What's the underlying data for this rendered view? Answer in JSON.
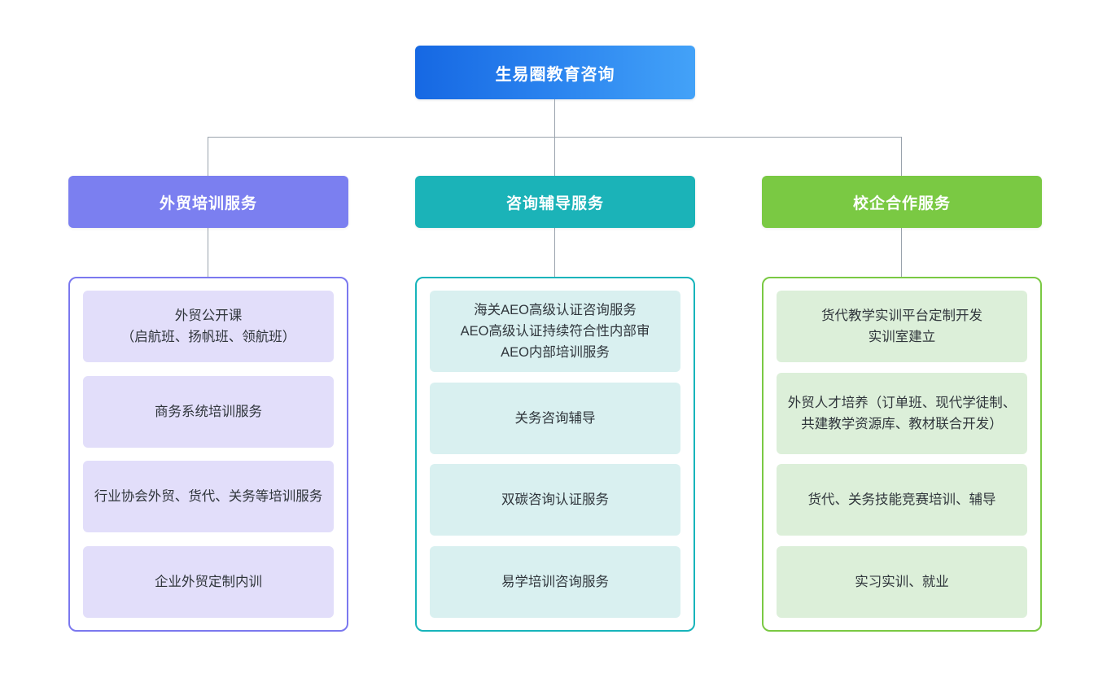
{
  "diagram": {
    "type": "organization-chart",
    "root": {
      "label": "生易圈教育咨询",
      "color_start": "#1668e3",
      "color_end": "#43a2f8"
    },
    "connector_color": "#9aa3ad",
    "branches": [
      {
        "header": "外贸培训服务",
        "header_color": "#7b7ff0",
        "border_color": "#7b78ef",
        "leaf_color": "#e2defa",
        "items": [
          "外贸公开课\n（启航班、扬帆班、领航班）",
          "商务系统培训服务",
          "行业协会外贸、货代、关务等培训服务",
          "企业外贸定制内训"
        ]
      },
      {
        "header": "咨询辅导服务",
        "header_color": "#1bb3b8",
        "border_color": "#17b4bb",
        "leaf_color": "#d9f0f0",
        "items": [
          "海关AEO高级认证咨询服务\nAEO高级认证持续符合性内部审\nAEO内部培训服务",
          "关务咨询辅导",
          "双碳咨询认证服务",
          "易学培训咨询服务"
        ]
      },
      {
        "header": "校企合作服务",
        "header_color": "#7ac943",
        "border_color": "#7ac943",
        "leaf_color": "#dcefd9",
        "items": [
          "货代教学实训平台定制开发\n实训室建立",
          "外贸人才培养（订单班、现代学徒制、共建教学资源库、教材联合开发）",
          "货代、关务技能竞赛培训、辅导",
          "实习实训、就业"
        ]
      }
    ]
  }
}
